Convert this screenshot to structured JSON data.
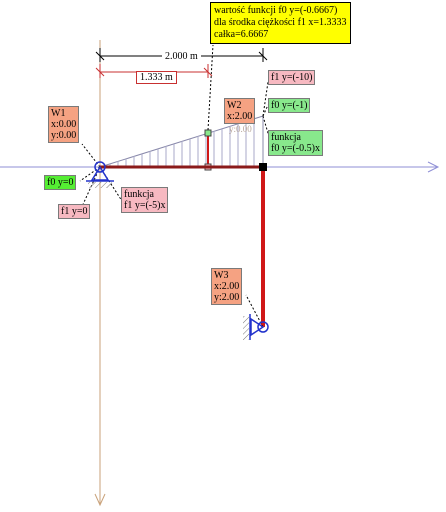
{
  "colors": {
    "axis": "#8f8fd6",
    "beam": "#d01818",
    "dim_black": "#000000",
    "dim_red": "#c83030",
    "diagram_hatch": "#a9a9c8",
    "support": "#2233cc"
  },
  "info_box": {
    "line1": "wartość funkcji f0 y=(-0.6667)",
    "line2": "dla środka ciężkości f1 x=1.3333",
    "line3": "całka=6.6667"
  },
  "dimensions": {
    "total": "2.000 m",
    "centroid": "1.333 m"
  },
  "nodes": {
    "w1": {
      "name": "W1",
      "x": "x:0.00",
      "y": "y:0.00"
    },
    "w2": {
      "name": "W2",
      "x": "x:2.00",
      "y": "y:0.00"
    },
    "w3": {
      "name": "W3",
      "x": "x:2.00",
      "y": "y:2.00"
    }
  },
  "functions": {
    "f1_const": "f1 y=(-10)",
    "f0_const": "f0 y=(-1)",
    "f0_linear_title": "funkcja",
    "f0_linear": "f0 y=(-0.5)x",
    "f0_zero": "f0 y=0",
    "f1_zero": "f1 y=0",
    "f1_linear_title": "funkcja",
    "f1_linear": "f1 y=(-5)x"
  }
}
